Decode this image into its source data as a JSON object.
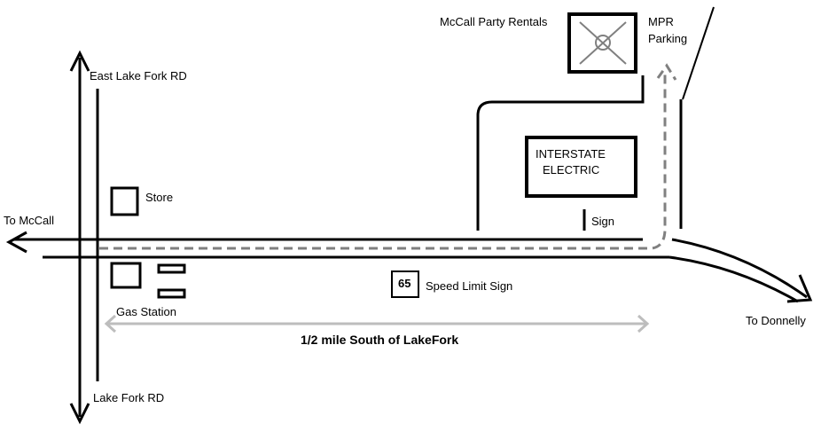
{
  "labels": {
    "east_lake_fork_rd": "East Lake Fork RD",
    "lake_fork_rd": "Lake Fork RD",
    "to_mccall": "To McCall",
    "to_donnelly": "To Donnelly",
    "store": "Store",
    "gas_station": "Gas Station",
    "mccall_party_rentals": "McCall Party Rentals",
    "mpr_parking_line1": "MPR",
    "mpr_parking_line2": "Parking",
    "interstate_line1": "INTERSTATE",
    "interstate_line2": "ELECTRIC",
    "sign": "Sign",
    "speed_limit_value": "65",
    "speed_limit_sign": "Speed Limit  Sign",
    "distance_note": "1/2 mile South of LakeFork"
  },
  "colors": {
    "road": "#000000",
    "route_dashed": "#808080",
    "measure_line": "#bdbdbd",
    "parking_icon": "#808080"
  },
  "icons": {
    "parking": "circle-x-icon"
  }
}
